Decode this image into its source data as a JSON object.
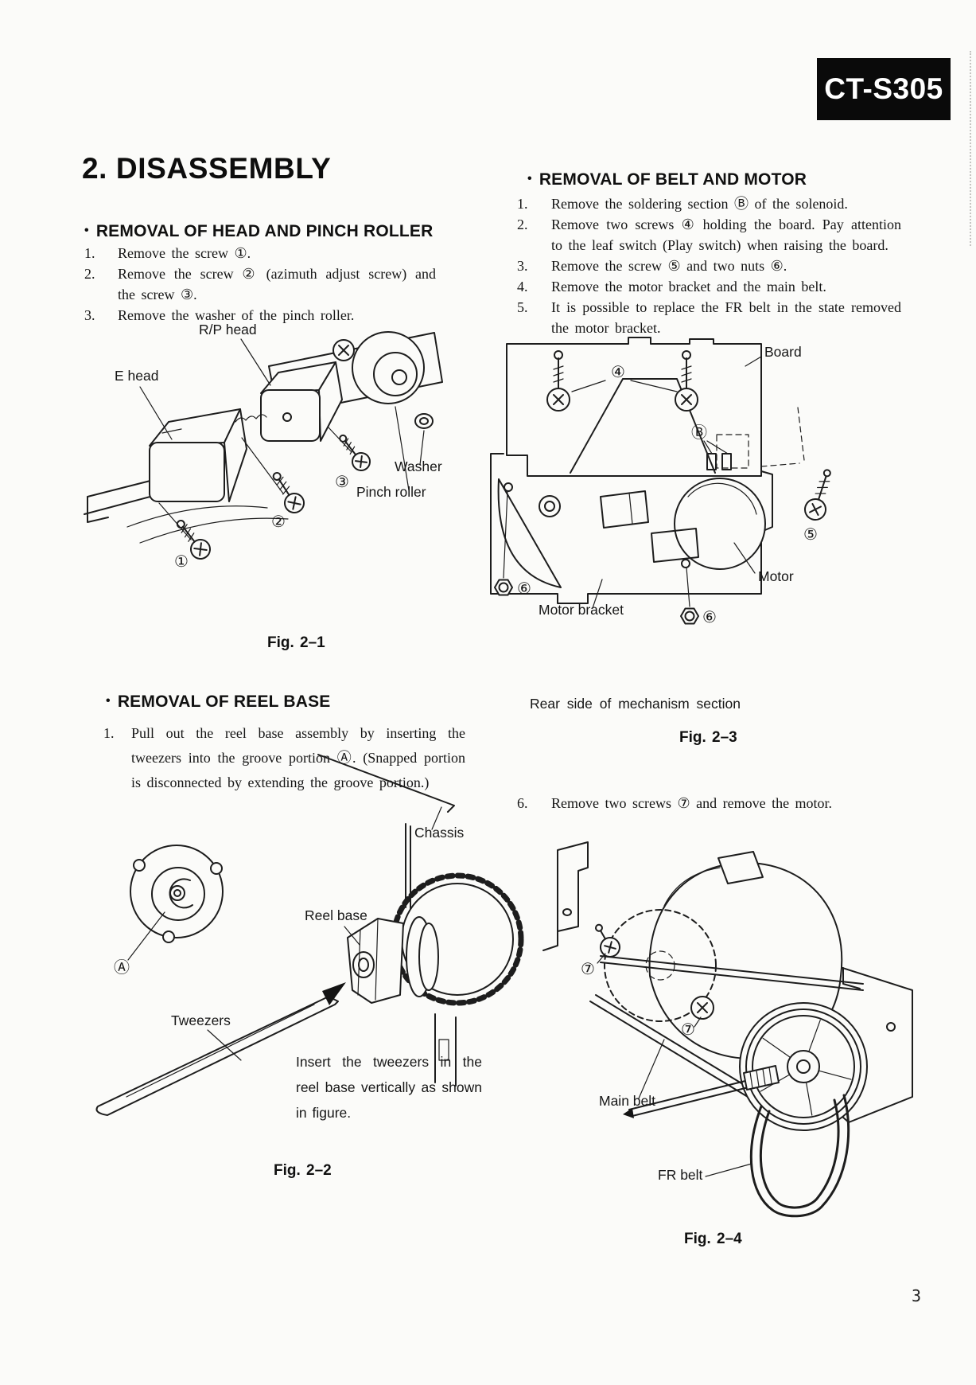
{
  "page": {
    "model_badge": "CT-S305",
    "title": "2. DISASSEMBLY",
    "page_number": "3"
  },
  "sections": {
    "head_pinch": {
      "bullet": "•",
      "heading": "REMOVAL OF HEAD AND PINCH ROLLER",
      "steps": [
        {
          "num": "1.",
          "text": "Remove the screw ①."
        },
        {
          "num": "2.",
          "text": "Remove the screw ② (azimuth adjust screw) and the screw ③."
        },
        {
          "num": "3.",
          "text": "Remove the washer of the pinch roller."
        }
      ]
    },
    "reel_base": {
      "bullet": "•",
      "heading": "REMOVAL OF REEL BASE",
      "steps": [
        {
          "num": "1.",
          "text": "Pull out the reel base assembly by inserting the tweezers into the groove portion Ⓐ. (Snapped portion is disconnected by extending the groove portion.)"
        }
      ]
    },
    "belt_motor": {
      "bullet": "•",
      "heading": "REMOVAL OF BELT AND MOTOR",
      "steps": [
        {
          "num": "1.",
          "text": "Remove the soldering section Ⓑ of the solenoid."
        },
        {
          "num": "2.",
          "text": "Remove two screws ④ holding the board. Pay attention to the leaf switch (Play switch) when raising the board."
        },
        {
          "num": "3.",
          "text": "Remove the screw ⑤ and two nuts ⑥."
        },
        {
          "num": "4.",
          "text": "Remove the motor bracket and the main belt."
        },
        {
          "num": "5.",
          "text": "It is possible to replace the FR belt in the state removed the motor bracket."
        },
        {
          "num": "6.",
          "text": "Remove two screws ⑦ and remove the motor."
        }
      ]
    }
  },
  "figures": {
    "fig1": {
      "caption": "Fig. 2–1",
      "labels": {
        "rp_head": "R/P head",
        "e_head": "E head",
        "washer": "Washer",
        "pinch_roller": "Pinch roller",
        "n1": "①",
        "n2": "②",
        "n3": "③"
      }
    },
    "fig2": {
      "caption": "Fig. 2–2",
      "labels": {
        "chassis": "Chassis",
        "reel_base": "Reel base",
        "tweezers": "Tweezers",
        "a": "Ⓐ"
      },
      "note": "Insert the tweezers in the reel base vertically as shown in figure."
    },
    "fig3": {
      "caption": "Fig. 2–3",
      "subcaption": "Rear side of mechanism section",
      "labels": {
        "board": "Board",
        "motor": "Motor",
        "motor_bracket": "Motor bracket",
        "n4": "④",
        "b": "Ⓑ",
        "n5": "⑤",
        "n6_left": "⑥",
        "n6_bottom": "⑥"
      }
    },
    "fig4": {
      "caption": "Fig. 2–4",
      "labels": {
        "main_belt": "Main belt",
        "fr_belt": "FR belt",
        "n7_top": "⑦",
        "n7_bottom": "⑦"
      }
    }
  }
}
